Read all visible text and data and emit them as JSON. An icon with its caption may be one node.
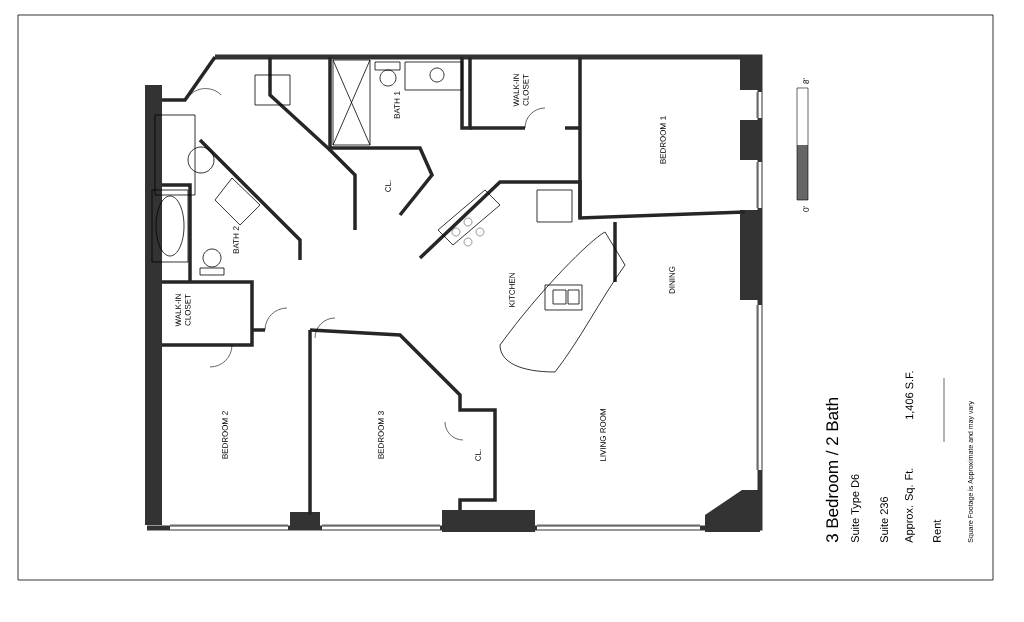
{
  "diagram": {
    "labels": [
      "BATH 1",
      "WALK-IN CLOSET",
      "BEDROOM 1",
      "CL.",
      "BATH 2",
      "KITCHEN",
      "DINING",
      "WALK-IN CLOSET",
      "BEDROOM 2",
      "BEDROOM 3",
      "CL.",
      "LIVING ROOM",
      "3 Bedroom / 2 Bath",
      "Suite Type D6",
      "Suite 236",
      "Approx. Sq. Ft.",
      "1,406 S.F.",
      "Rent",
      "Square Footage is Approximate and may vary",
      "0'",
      "8'"
    ]
  }
}
